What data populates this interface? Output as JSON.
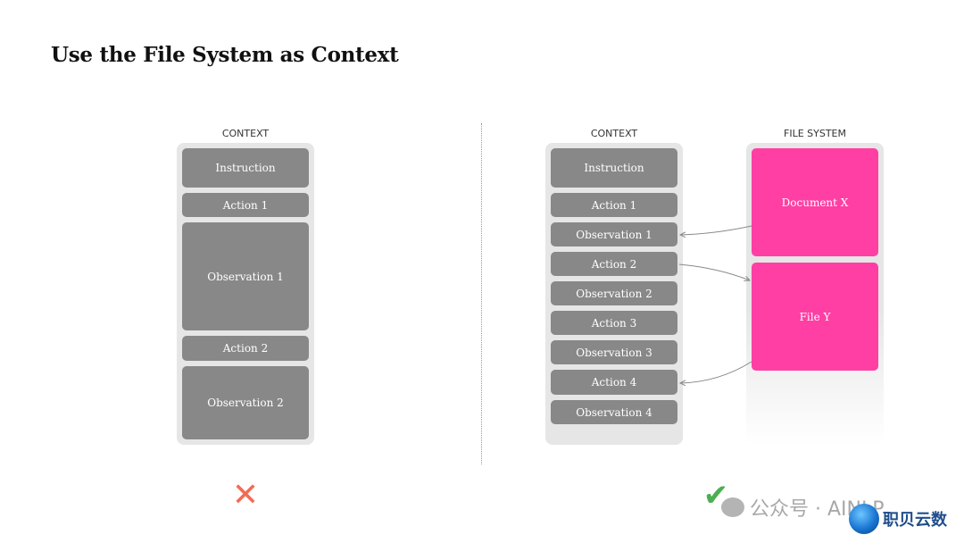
{
  "title": "Use the File System as Context",
  "left": {
    "label": "CONTEXT",
    "items": [
      "Instruction",
      "Action 1",
      "Observation 1",
      "Action 2",
      "Observation 2"
    ],
    "mark": "✕"
  },
  "right": {
    "context_label": "CONTEXT",
    "fs_label": "FILE SYSTEM",
    "items": [
      "Instruction",
      "Action 1",
      "Observation 1",
      "Action 2",
      "Observation 2",
      "Action 3",
      "Observation 3",
      "Action 4",
      "Observation 4"
    ],
    "files": [
      "Document X",
      "File Y"
    ],
    "mark": "✔"
  },
  "watermark": {
    "text1": "公众号 · AINLP",
    "text2": "职贝云数"
  },
  "colors": {
    "block": "#888888",
    "panel": "#e6e6e6",
    "file": "#ff3fa4",
    "cross": "#f26b55",
    "check": "#4caf50"
  }
}
